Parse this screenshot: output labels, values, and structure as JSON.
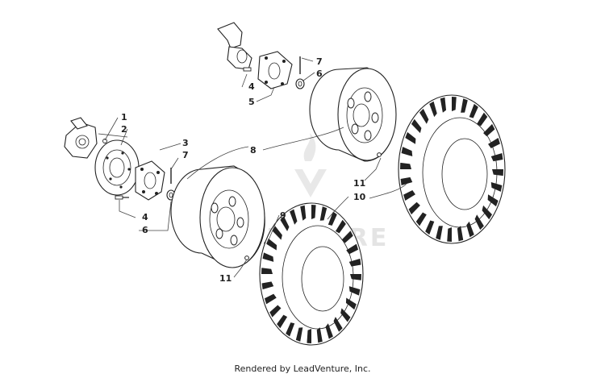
{
  "diagram": {
    "callouts": [
      {
        "id": "c1",
        "text": "1"
      },
      {
        "id": "c2",
        "text": "2"
      },
      {
        "id": "c3",
        "text": "3"
      },
      {
        "id": "c7a",
        "text": "7"
      },
      {
        "id": "c4a",
        "text": "4"
      },
      {
        "id": "c6a",
        "text": "6"
      },
      {
        "id": "c7b",
        "text": "7"
      },
      {
        "id": "c4b",
        "text": "4"
      },
      {
        "id": "c6b",
        "text": "6"
      },
      {
        "id": "c5",
        "text": "5"
      },
      {
        "id": "c8",
        "text": "8"
      },
      {
        "id": "c9",
        "text": "9"
      },
      {
        "id": "c11a",
        "text": "11"
      },
      {
        "id": "c11b",
        "text": "11"
      },
      {
        "id": "c10",
        "text": "10"
      }
    ],
    "watermark": "ADVENTURE"
  },
  "footer": {
    "text": "Rendered by LeadVenture, Inc."
  }
}
